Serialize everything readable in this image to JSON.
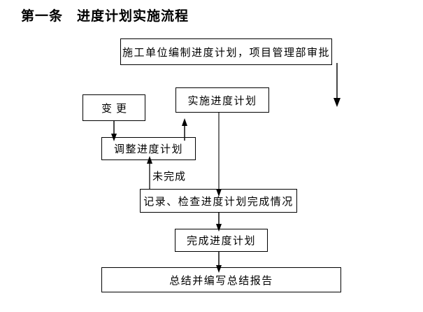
{
  "page": {
    "title": "第一条　进度计划实施流程"
  },
  "diagram": {
    "nodes": [
      {
        "id": "compile",
        "label": "施工单位编制进度计划，项目管理部审批"
      },
      {
        "id": "change",
        "label": "变更"
      },
      {
        "id": "implement",
        "label": "实施进度计划"
      },
      {
        "id": "adjust",
        "label": "调整进度计划"
      },
      {
        "id": "record",
        "label": "记录、检查进度计划完成情况"
      },
      {
        "id": "complete",
        "label": "完成进度计划"
      },
      {
        "id": "summary",
        "label": "总结并编写总结报告"
      }
    ],
    "edge_labels": {
      "incomplete": "未完成"
    },
    "colors": {
      "background": "#ffffff",
      "box_border": "#000000",
      "text": "#000000",
      "arrow": "#1a1a1a",
      "long_connector": "#757575"
    }
  }
}
